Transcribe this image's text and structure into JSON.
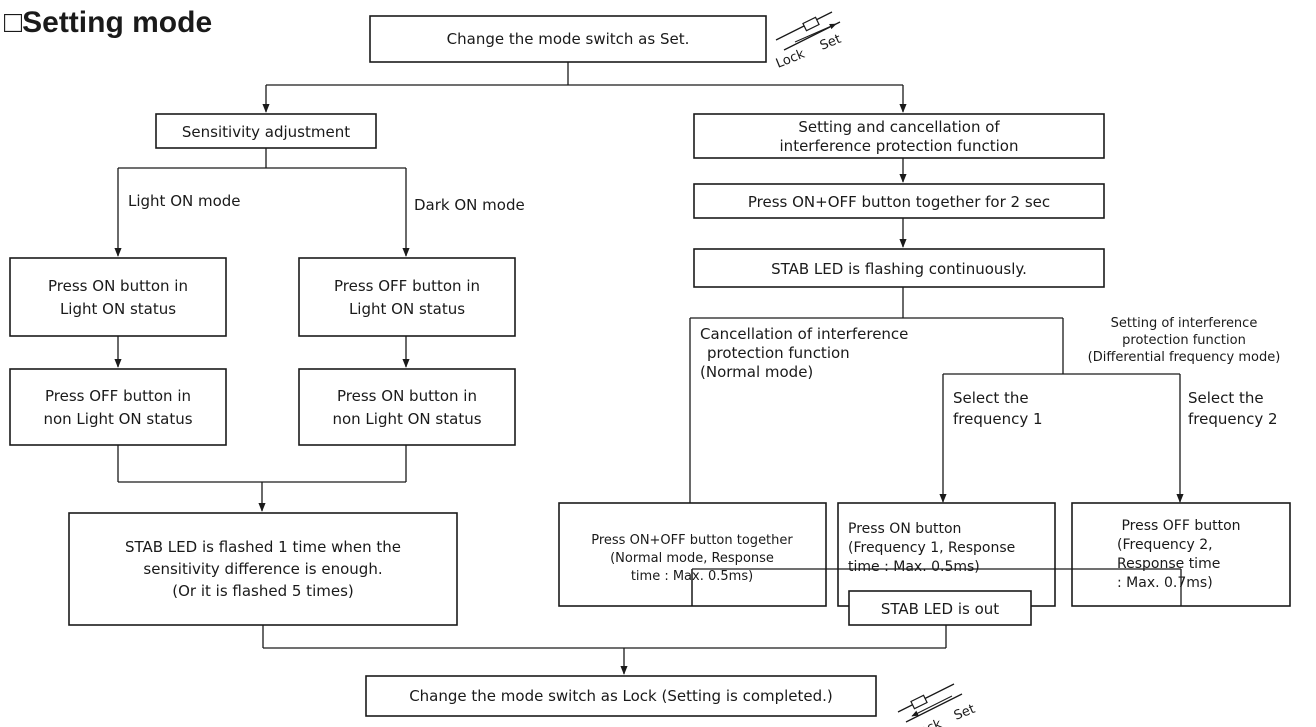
{
  "title": "□Setting mode",
  "switch_icon": {
    "lock_label": "Lock",
    "set_label": "Set"
  },
  "nodes": {
    "change_set": "Change the mode switch as Set.",
    "sensitivity": "Sensitivity adjustment",
    "interference_title": [
      "Setting and cancellation of",
      "interference protection function"
    ],
    "press_onoff_2sec": "Press ON+OFF button together for 2 sec",
    "stab_flashing": "STAB LED is flashing continuously.",
    "light_press_on": [
      "Press ON button in",
      "Light ON status"
    ],
    "light_press_off": [
      "Press OFF button in",
      "non Light ON status"
    ],
    "dark_press_off": [
      "Press OFF button in",
      "Light ON status"
    ],
    "dark_press_on": [
      "Press ON button in",
      "non Light ON status"
    ],
    "stab_result": [
      "STAB LED is flashed 1 time when the",
      "sensitivity difference is enough.",
      "(Or it is flashed 5 times)"
    ],
    "normal_press": [
      "Press ON+OFF button together",
      "(Normal mode, Response",
      "time : Max. 0.5ms)"
    ],
    "freq1_press": [
      "Press ON button",
      "(Frequency 1, Response",
      "time : Max. 0.5ms)"
    ],
    "freq2_press": [
      "Press OFF button",
      "(Frequency 2,",
      "Response time",
      ": Max. 0.7ms)"
    ],
    "stab_out": "STAB LED is out",
    "change_lock": "Change the mode switch as Lock (Setting is completed.)"
  },
  "labels": {
    "light_on_mode": "Light ON mode",
    "dark_on_mode": "Dark ON mode",
    "cancellation": [
      "Cancellation of interference",
      "protection function",
      "(Normal mode)"
    ],
    "setting_interference": [
      "Setting of interference",
      "protection function",
      "(Differential frequency mode)"
    ],
    "select_freq1": [
      "Select the",
      "frequency 1"
    ],
    "select_freq2": [
      "Select the",
      "frequency 2"
    ]
  }
}
